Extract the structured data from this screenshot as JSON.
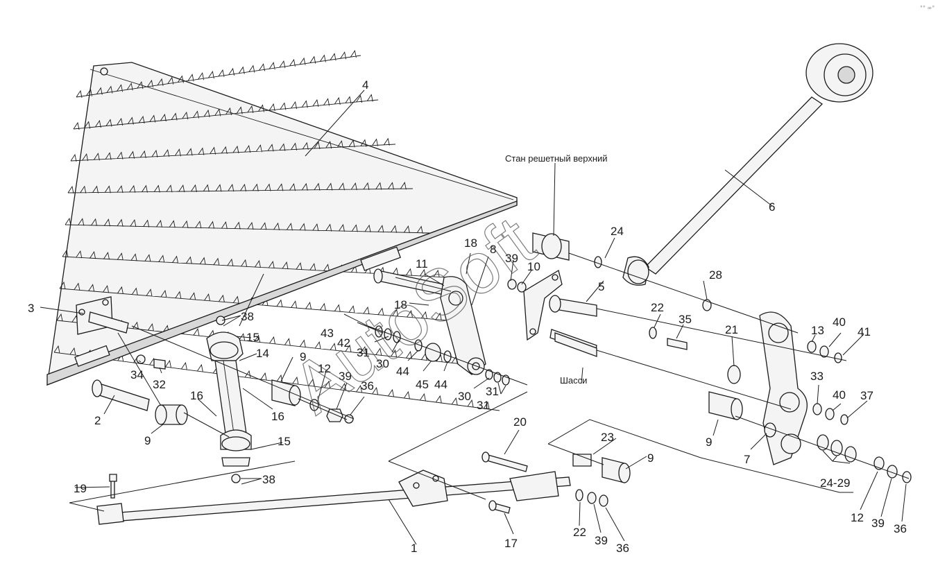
{
  "watermark": "AutoSoft",
  "corner_mark": "°° ∞°",
  "notes": {
    "upper_sieve": "Стан решетный верхний",
    "chassis": "Шасси"
  },
  "callouts": [
    {
      "text": "1"
    },
    {
      "text": "2"
    },
    {
      "text": "3"
    },
    {
      "text": "4"
    },
    {
      "text": "5"
    },
    {
      "text": "6"
    },
    {
      "text": "7"
    },
    {
      "text": "8"
    },
    {
      "text": "9"
    },
    {
      "text": "9"
    },
    {
      "text": "9"
    },
    {
      "text": "9"
    },
    {
      "text": "10"
    },
    {
      "text": "11"
    },
    {
      "text": "12"
    },
    {
      "text": "12"
    },
    {
      "text": "13"
    },
    {
      "text": "14"
    },
    {
      "text": "15"
    },
    {
      "text": "15"
    },
    {
      "text": "16"
    },
    {
      "text": "16"
    },
    {
      "text": "17"
    },
    {
      "text": "18"
    },
    {
      "text": "18"
    },
    {
      "text": "19"
    },
    {
      "text": "20"
    },
    {
      "text": "21"
    },
    {
      "text": "22"
    },
    {
      "text": "22"
    },
    {
      "text": "23"
    },
    {
      "text": "24"
    },
    {
      "text": "24-29"
    },
    {
      "text": "28"
    },
    {
      "text": "30"
    },
    {
      "text": "30"
    },
    {
      "text": "31"
    },
    {
      "text": "31"
    },
    {
      "text": "31"
    },
    {
      "text": "32"
    },
    {
      "text": "33"
    },
    {
      "text": "34"
    },
    {
      "text": "35"
    },
    {
      "text": "36"
    },
    {
      "text": "36"
    },
    {
      "text": "36"
    },
    {
      "text": "37"
    },
    {
      "text": "38"
    },
    {
      "text": "38"
    },
    {
      "text": "39"
    },
    {
      "text": "39"
    },
    {
      "text": "39"
    },
    {
      "text": "39"
    },
    {
      "text": "40"
    },
    {
      "text": "40"
    },
    {
      "text": "41"
    },
    {
      "text": "42"
    },
    {
      "text": "43"
    },
    {
      "text": "44"
    },
    {
      "text": "44"
    },
    {
      "text": "45"
    }
  ]
}
